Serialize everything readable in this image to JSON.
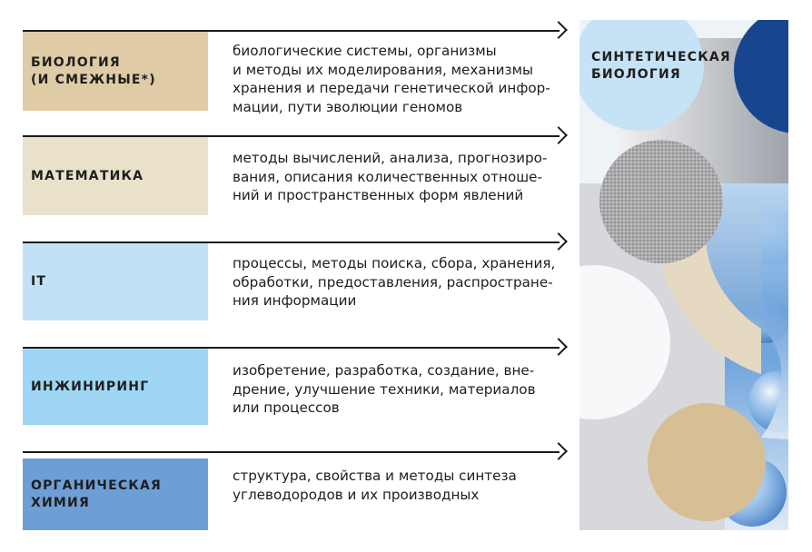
{
  "rows": [
    {
      "label": "БИОЛОГИЯ\n(И СМЕЖНЫЕ*)",
      "description": "биологические системы, организмы\nи методы их моделирования, механизмы\nхранения и передачи генетической инфор-\nмации, пути эволюции геномов",
      "color": "#dfcba5"
    },
    {
      "label": "МАТЕМАТИКА",
      "description": "методы вычислений, анализа, прогнозиро-\nвания, описания количественных отноше-\nний и пространственных форм явлений",
      "color": "#e9e1c9"
    },
    {
      "label": "IT",
      "description": "процессы, методы поиска, сбора, хранения,\nобработки, предоставления, распростране-\nния информации",
      "color": "#c3e1f6"
    },
    {
      "label": "ИНЖИНИРИНГ",
      "description": "изобретение, разработка, создание, вне-\nдрение, улучшение техники, материалов\nили процессов",
      "color": "#9fd6f4"
    },
    {
      "label": "ОРГАНИЧЕСКАЯ\nХИМИЯ",
      "description": "структура, свойства и методы синтеза\nуглеводородов и их производных",
      "color": "#6e9ed6"
    }
  ],
  "result": {
    "label": "СИНТЕТИЧЕСКАЯ\nБИОЛОГИЯ"
  },
  "colors": {
    "light_blue": "#c6e2f5",
    "navy": "#17468f",
    "gray": "#c9c9cd",
    "beige": "#d6bf94",
    "sand": "#e8dcc4",
    "cell_blue": "#7fb1e4"
  }
}
